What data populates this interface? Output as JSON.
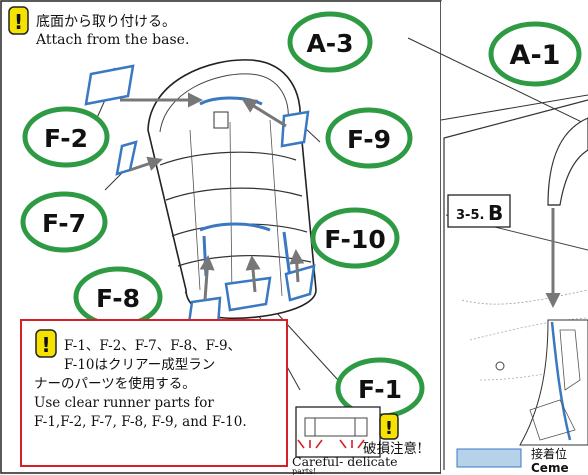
{
  "instruction_top": {
    "ja": "底面から取り付ける。",
    "en": "Attach from the base."
  },
  "callouts": {
    "a3": "A-3",
    "a1": "A-1",
    "f2": "F-2",
    "f9": "F-9",
    "f7": "F-7",
    "f10": "F-10",
    "f8": "F-8",
    "f1": "F-1"
  },
  "note_box": {
    "line1": "F-1、F-2、F-7、F-8、F-9、",
    "line2": "F-10はクリアー成型ラン",
    "line3": "ナーのパーツを使用する。",
    "line4": "Use clear runner parts for",
    "line5": "F-1,F-2, F-7, F-8, F-9, and F-10."
  },
  "careful": {
    "ja": "破損注意!",
    "en1": "Careful- delicate",
    "en2": "parts!"
  },
  "step_ref": {
    "prefix": "3-5.",
    "letter": "B"
  },
  "legend": {
    "ja": "接着位",
    "en": "Ceme",
    "swatch_color": "#b6d1ea"
  },
  "colors": {
    "callout_green": "#2e9a43",
    "warning_yellow": "#f5e200",
    "note_border_red": "#d61f26",
    "part_blue": "#3a78c2"
  },
  "icons": [
    "exclamation-icon"
  ]
}
